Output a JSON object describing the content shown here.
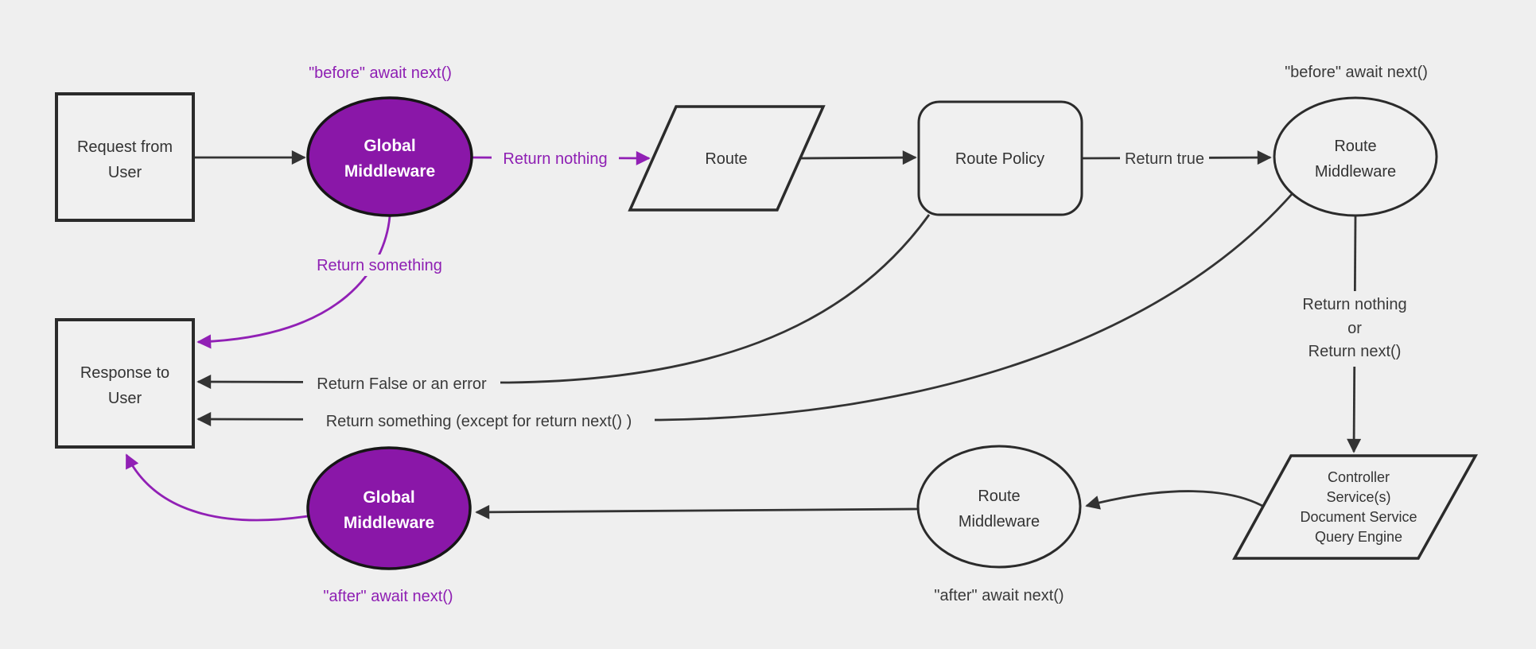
{
  "diagram": {
    "background_color": "#efefef",
    "colors": {
      "node_fill": "#f0f0f0",
      "node_border": "#2b2b2b",
      "purple_node_fill": "#8a17a8",
      "purple_line": "#9120b5",
      "purple_text": "#8e1fb3",
      "dark_line": "#333333",
      "dark_text": "#3a3a3a",
      "white_text": "#ffffff"
    },
    "nodes": {
      "request": {
        "lines": [
          "Request from",
          "User"
        ]
      },
      "global_middleware_top": {
        "lines": [
          "Global",
          "Middleware"
        ]
      },
      "route": {
        "label": "Route"
      },
      "route_policy": {
        "label": "Route Policy"
      },
      "route_middleware_top": {
        "lines": [
          "Route",
          "Middleware"
        ]
      },
      "controller": {
        "lines": [
          "Controller",
          "Service(s)",
          "Document Service",
          "Query Engine"
        ]
      },
      "route_middleware_bottom": {
        "lines": [
          "Route",
          "Middleware"
        ]
      },
      "global_middleware_bottom": {
        "lines": [
          "Global",
          "Middleware"
        ]
      },
      "response": {
        "lines": [
          "Response to",
          "User"
        ]
      }
    },
    "edge_labels": {
      "before_await_left": "\"before\" await next()",
      "before_await_right": "\"before\" await next()",
      "return_nothing": "Return nothing",
      "return_something": "Return something",
      "return_true": "Return true",
      "return_nothing_or_next": [
        "Return nothing",
        "or",
        "Return next()"
      ],
      "return_false_or_error": "Return False or an error",
      "return_something_except": "Return something (except for return next() )",
      "after_await_right": "\"after\" await next()",
      "after_await_left": "\"after\" await next()"
    }
  }
}
